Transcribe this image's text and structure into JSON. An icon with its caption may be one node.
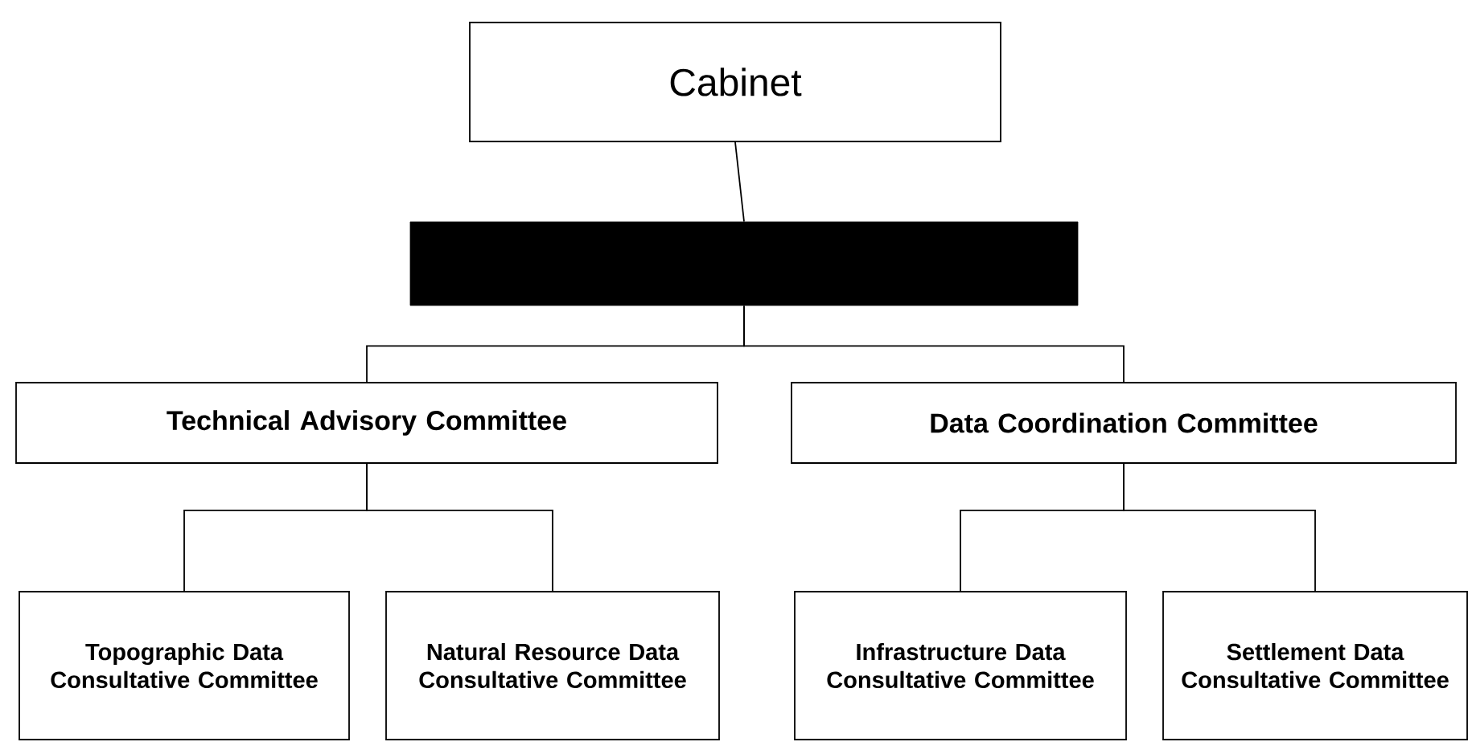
{
  "diagram": {
    "nodes": [
      {
        "text": [
          "Cabinet"
        ]
      },
      {
        "text": [],
        "shape": "box"
      },
      {
        "text": [
          "Technical Advisory Committee"
        ]
      },
      {
        "text": [
          "Data Coordination Committee"
        ]
      },
      {
        "text": [
          "Topographic Data Consultative Committee"
        ]
      },
      {
        "text": [
          "Natural Resource Data Consultative Committee"
        ]
      },
      {
        "text": [
          "Infrastructure Data Consultative Committee"
        ]
      },
      {
        "text": [
          "Settlement Data Consultative Committee"
        ]
      }
    ],
    "edges": [
      {
        "from": 0,
        "to": 1,
        "arrow": "none"
      },
      {
        "from": 1,
        "to": 2,
        "arrow": "none"
      },
      {
        "from": 1,
        "to": 3,
        "arrow": "none"
      },
      {
        "from": 2,
        "to": 4,
        "arrow": "none"
      },
      {
        "from": 2,
        "to": 5,
        "arrow": "none"
      },
      {
        "from": 3,
        "to": 6,
        "arrow": "none"
      },
      {
        "from": 3,
        "to": 7,
        "arrow": "none"
      }
    ]
  }
}
